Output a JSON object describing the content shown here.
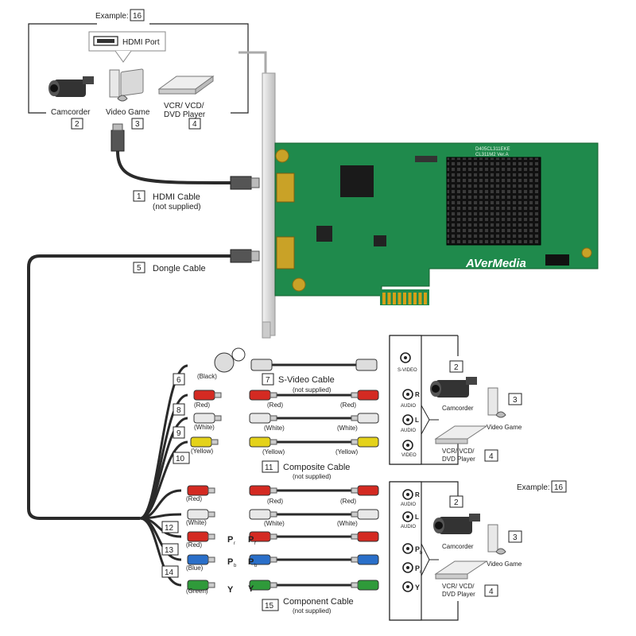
{
  "devices_top": {
    "example_label": "Example:",
    "example_num": "16",
    "hdmi_port": "HDMI Port",
    "camcorder": "Camcorder",
    "camcorder_num": "2",
    "video_game": "Video Game",
    "video_game_num": "3",
    "player_line1": "VCR/ VCD/",
    "player_line2": "DVD Player",
    "player_num": "4"
  },
  "card": {
    "brand": "AVerMedia",
    "pcb_code1": "D405CL311EKE",
    "pcb_code2": "CL311M2  Ver.A"
  },
  "hdmi_cable": {
    "num": "1",
    "label": "HDMI Cable",
    "note": "(not supplied)"
  },
  "dongle_cable": {
    "num": "5",
    "label": "Dongle Cable"
  },
  "dongle_plugs": {
    "black": "(Black)",
    "red": "(Red)",
    "white": "(White)",
    "yellow": "(Yellow)",
    "blue": "(Blue)",
    "green": "(Green)",
    "num6": "6",
    "num8": "8",
    "num9": "9",
    "num10": "10",
    "num12": "12",
    "num13": "13",
    "num14": "14",
    "pr": "P",
    "pr_sub": "r",
    "pb": "P",
    "pb_sub": "b",
    "y": "Y"
  },
  "svideo_cable": {
    "num": "7",
    "label": "S-Video Cable",
    "note": "(not supplied)"
  },
  "composite_cable": {
    "num": "11",
    "label": "Composite Cable",
    "note": "(not supplied)",
    "red": "(Red)",
    "white": "(White)",
    "yellow": "(Yellow)"
  },
  "component_cable": {
    "num": "15",
    "label": "Component Cable",
    "note": "(not supplied)",
    "red": "(Red)",
    "white": "(White)",
    "pr": "P",
    "pr_sub": "r",
    "pb": "P",
    "pb_sub": "b",
    "y": "Y"
  },
  "panel1": {
    "svideo": "S-VIDEO",
    "r": "R",
    "audio_r": "AUDIO",
    "l": "L",
    "audio_l": "AUDIO",
    "video": "VIDEO",
    "camcorder": "Camcorder",
    "camcorder_num": "2",
    "video_game": "Video Game",
    "video_game_num": "3",
    "player_line1": "VCR/ VCD/",
    "player_line2": "DVD Player",
    "player_num": "4"
  },
  "panel2": {
    "example_label": "Example:",
    "example_num": "16",
    "r": "R",
    "audio_r": "AUDIO",
    "l": "L",
    "audio_l": "AUDIO",
    "pb": "P",
    "pb_sub": "b",
    "pr": "P",
    "pr_sub": "r",
    "y": "Y",
    "camcorder": "Camcorder",
    "camcorder_num": "2",
    "video_game": "Video Game",
    "video_game_num": "3",
    "player_line1": "VCR/ VCD/",
    "player_line2": "DVD Player",
    "player_num": "4"
  },
  "colors": {
    "pcb": "#1f8a4c",
    "heatsink": "#1c1c1c",
    "gold": "#d4a017",
    "red": "#d42a22",
    "white": "#e8e8e8",
    "yellow": "#e4d21a",
    "blue": "#2a6fc9",
    "green": "#2f9a3a",
    "cable": "#2a2a2a"
  }
}
